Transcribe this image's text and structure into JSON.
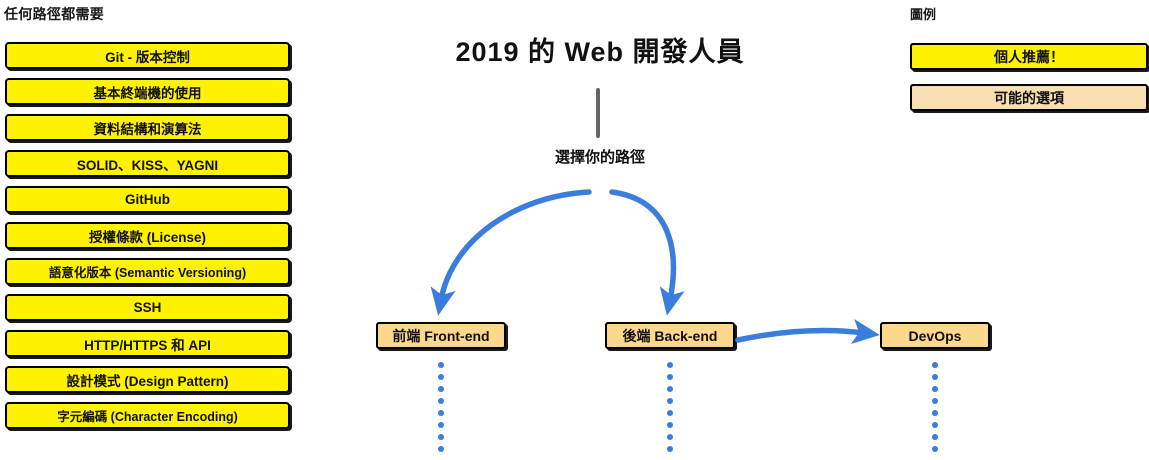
{
  "colors": {
    "recommended_fill": "#FFF200",
    "optional_fill": "#F7DFB0",
    "node_fill": "#FBD88B",
    "arrow_blue": "#3B7DDD",
    "stem_gray": "#666666",
    "border_black": "#000000"
  },
  "left_column": {
    "heading": "任何路徑都需要",
    "items": [
      {
        "label": "Git - 版本控制"
      },
      {
        "label": "基本終端機的使用"
      },
      {
        "label": "資料結構和演算法"
      },
      {
        "label": "SOLID、KISS、YAGNI"
      },
      {
        "label": "GitHub"
      },
      {
        "label": "授權條款 (License)"
      },
      {
        "label": "語意化版本 (Semantic Versioning)"
      },
      {
        "label": "SSH"
      },
      {
        "label": "HTTP/HTTPS 和 API"
      },
      {
        "label": "設計模式 (Design Pattern)"
      },
      {
        "label": "字元編碼 (Character Encoding)"
      }
    ]
  },
  "center": {
    "title": "2019 的 Web 開發人員",
    "choose_path_label": "選擇你的路徑",
    "nodes": {
      "frontend": "前端 Front-end",
      "backend": "後端 Back-end",
      "devops": "DevOps"
    }
  },
  "legend": {
    "heading": "圖例",
    "items": [
      {
        "label": "個人推薦！",
        "fill": "#FFF200"
      },
      {
        "label": "可能的選項",
        "fill": "#F7DFB0"
      }
    ]
  }
}
